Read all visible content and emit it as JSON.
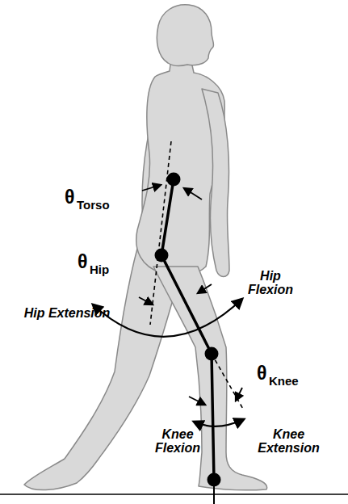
{
  "diagram": {
    "labels": [
      "θ",
      "Torso",
      "θ",
      "Hip",
      "Hip Extension",
      "Hip Flexion",
      "θ",
      "Knee",
      "Knee Flexion",
      "Knee Extension"
    ]
  }
}
